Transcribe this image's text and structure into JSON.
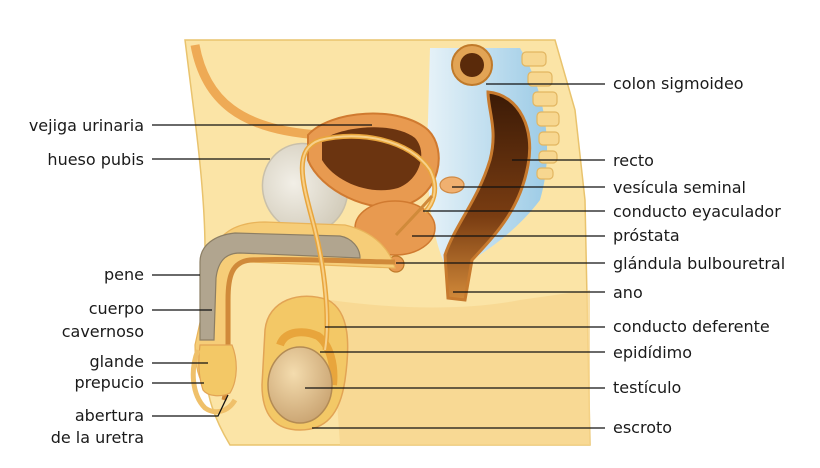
{
  "labels": {
    "vejiga": "vejiga urinaria",
    "hueso": "hueso pubis",
    "pene": "pene",
    "cuerpo_1": "cuerpo",
    "cuerpo_2": "cavernoso",
    "glande": "glande",
    "prepucio": "prepucio",
    "abertura_1": "abertura",
    "abertura_2": "de la uretra",
    "colon": "colon sigmoideo",
    "recto": "recto",
    "vesicula": "vesícula seminal",
    "conducto_eyac": "conducto eyaculador",
    "prostata": "próstata",
    "glandula": "glándula bulbouretral",
    "ano": "ano",
    "conducto_def": "conducto deferente",
    "epididimo": "epidídimo",
    "testiculo": "testículo",
    "escroto": "escroto"
  },
  "colors": {
    "skin": "#fbe4a6",
    "tissue": "#f3c866",
    "bladder": "#e89a50",
    "bladder_dark": "#b7702a",
    "bone": "#e6e1d4",
    "rectum": "#6b3410",
    "cavity": "#bfe0f0",
    "spine": "#f7d790",
    "duct": "#e8a53c"
  }
}
